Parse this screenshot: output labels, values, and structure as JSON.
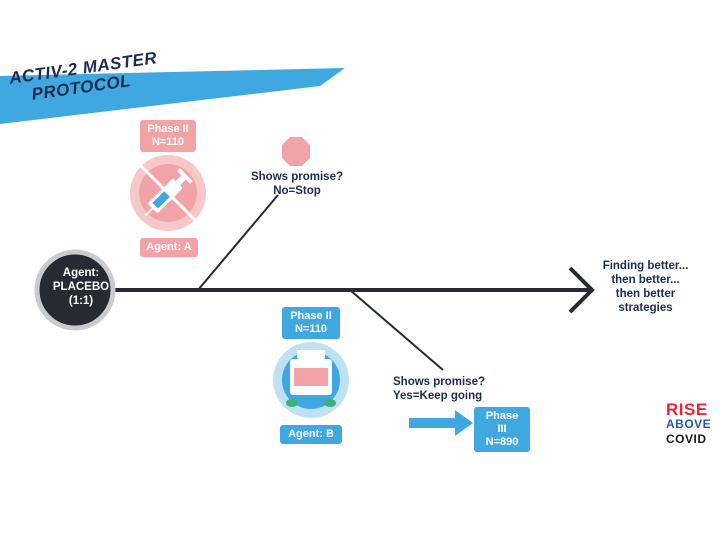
{
  "banner": {
    "line1": "ACTIV-2 MASTER",
    "line2": "PROTOCOL",
    "color": "#3fa8e0"
  },
  "placebo": {
    "line1": "Agent:",
    "line2": "PLACEBO",
    "line3": "(1:1)"
  },
  "agent_a": {
    "phase_line1": "Phase II",
    "phase_line2": "N=110",
    "label": "Agent: A",
    "icon": "syringe-icon",
    "color": "#f2a3a7"
  },
  "stop_note": {
    "line1": "Shows promise?",
    "line2": "No=Stop",
    "icon": "stop-sign-icon"
  },
  "agent_b": {
    "phase_line1": "Phase II",
    "phase_line2": "N=110",
    "label": "Agent: B",
    "icon": "pill-bottle-icon",
    "color": "#3fa8e0"
  },
  "go_note": {
    "line1": "Shows promise?",
    "line2": "Yes=Keep going"
  },
  "phase3": {
    "line1": "Phase III",
    "line2": "N=890"
  },
  "finding": {
    "line1": "Finding better...",
    "line2": "then better...",
    "line3": "then better",
    "line4": "strategies"
  },
  "logo": {
    "line1": "RISE",
    "line2": "ABOVE",
    "line3": "COVID"
  },
  "colors": {
    "navy": "#1e2c52",
    "pink": "#f2a3a7",
    "blue": "#3fa8e0",
    "line": "#262a33"
  }
}
